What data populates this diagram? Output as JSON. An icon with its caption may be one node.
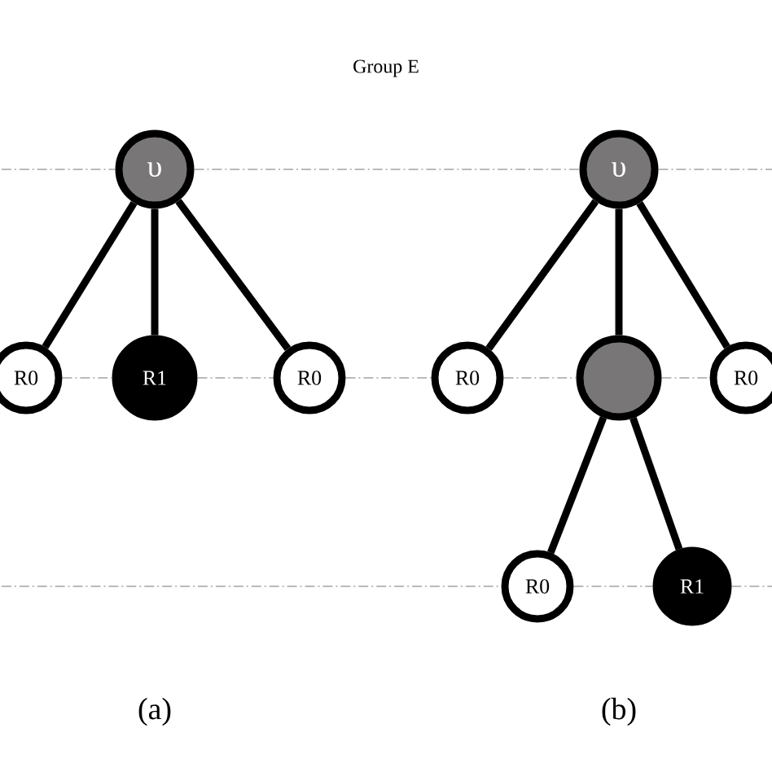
{
  "diagram": {
    "title": "Group E",
    "nodes": [
      {
        "text": [
          "υ"
        ]
      },
      {
        "text": [
          "R0"
        ]
      },
      {
        "text": [
          "R1"
        ]
      },
      {
        "text": [
          "R0"
        ]
      },
      {
        "text": [
          "υ"
        ]
      },
      {
        "text": [
          "R0"
        ]
      },
      {
        "text": [],
        "shape": "circle"
      },
      {
        "text": [
          "R0"
        ]
      },
      {
        "text": [
          "R0"
        ]
      },
      {
        "text": [
          "R1"
        ]
      }
    ],
    "edges": [
      {
        "from": 0,
        "to": 1,
        "arrow": "none",
        "style": "thick",
        "color": "#000000"
      },
      {
        "from": 0,
        "to": 2,
        "arrow": "none",
        "style": "thick",
        "color": "#000000"
      },
      {
        "from": 0,
        "to": 3,
        "arrow": "none",
        "style": "thick",
        "color": "#000000"
      },
      {
        "from": 4,
        "to": 5,
        "arrow": "none",
        "style": "thick",
        "color": "#000000"
      },
      {
        "from": 4,
        "to": 6,
        "arrow": "none",
        "style": "thick",
        "color": "#000000"
      },
      {
        "from": 4,
        "to": 7,
        "arrow": "none",
        "style": "thick",
        "color": "#000000"
      },
      {
        "from": 6,
        "to": 8,
        "arrow": "none",
        "style": "thick",
        "color": "#000000"
      },
      {
        "from": 6,
        "to": 9,
        "arrow": "none",
        "style": "thick",
        "color": "#000000"
      },
      {
        "from": null,
        "to": 0,
        "arrow": "none",
        "style": "dashed"
      },
      {
        "from": 0,
        "to": 4,
        "arrow": "none",
        "style": "dashed"
      },
      {
        "from": 4,
        "to": null,
        "arrow": "none",
        "style": "dashed"
      },
      {
        "from": 1,
        "to": 2,
        "arrow": "none",
        "style": "dashed"
      },
      {
        "from": 2,
        "to": 3,
        "arrow": "none",
        "style": "dashed"
      },
      {
        "from": 3,
        "to": 5,
        "arrow": "none",
        "style": "dashed"
      },
      {
        "from": 5,
        "to": 6,
        "arrow": "none",
        "style": "dashed"
      },
      {
        "from": 6,
        "to": 7,
        "arrow": "none",
        "style": "dashed"
      },
      {
        "from": null,
        "to": 8,
        "arrow": "none",
        "style": "dashed"
      },
      {
        "from": 8,
        "to": 9,
        "arrow": "none",
        "style": "dashed"
      },
      {
        "from": 9,
        "to": null,
        "arrow": "none",
        "style": "dashed"
      }
    ],
    "labels": [
      "(a)",
      "(b)"
    ]
  }
}
